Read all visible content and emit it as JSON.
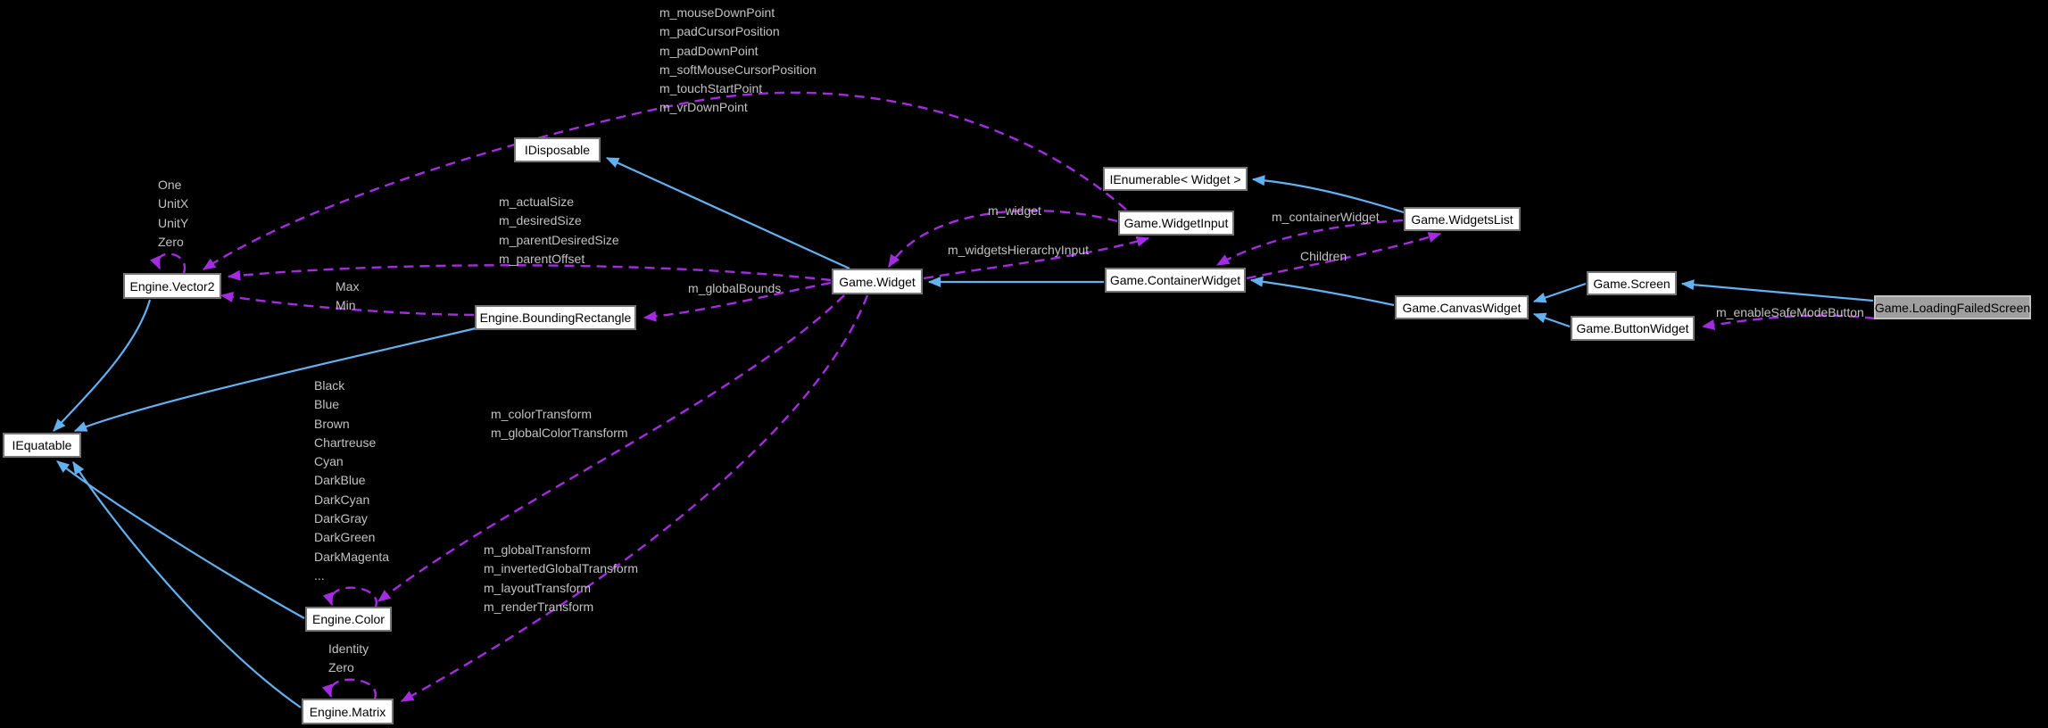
{
  "diagram": {
    "colors": {
      "background": "#000000",
      "solid_edge": "#63b1f1",
      "dashed_edge": "#a42ce0",
      "node_fill": "#ffffff",
      "node_border": "#757575",
      "node_text": "#000000",
      "highlight_fill": "#9f9f9f",
      "highlight_border": "#c2c2c2",
      "label_text": "#c2c2c2"
    },
    "nodes": {
      "idisposable": {
        "label": "IDisposable"
      },
      "vector2": {
        "label": "Engine.Vector2"
      },
      "bounding_rectangle": {
        "label": "Engine.BoundingRectangle"
      },
      "iequatable": {
        "label": "IEquatable"
      },
      "color": {
        "label": "Engine.Color"
      },
      "matrix": {
        "label": "Engine.Matrix"
      },
      "widget": {
        "label": "Game.Widget"
      },
      "widget_input": {
        "label": "Game.WidgetInput"
      },
      "ienumerable_widget": {
        "label": "IEnumerable< Widget >"
      },
      "widgets_list": {
        "label": "Game.WidgetsList"
      },
      "container_widget": {
        "label": "Game.ContainerWidget"
      },
      "canvas_widget": {
        "label": "Game.CanvasWidget"
      },
      "screen": {
        "label": "Game.Screen"
      },
      "button_widget": {
        "label": "Game.ButtonWidget"
      },
      "loading_failed_screen": {
        "label": "Game.LoadingFailedScreen",
        "highlighted": true
      }
    },
    "edge_labels": {
      "widget_input_to_vector2": {
        "lines": [
          "m_mouseDownPoint",
          "m_padCursorPosition",
          "m_padDownPoint",
          "m_softMouseCursorPosition",
          "m_touchStartPoint",
          "m_vrDownPoint"
        ]
      },
      "vector2_self": {
        "lines": [
          "One",
          "UnitX",
          "UnitY",
          "Zero"
        ]
      },
      "widget_to_vector2": {
        "lines": [
          "m_actualSize",
          "m_desiredSize",
          "m_parentDesiredSize",
          "m_parentOffset"
        ]
      },
      "bounding_rectangle_to_vector2": {
        "lines": [
          "Max",
          "Min"
        ]
      },
      "widget_to_bounding_rectangle": {
        "lines": [
          "m_globalBounds"
        ]
      },
      "widget_input_to_widget": {
        "lines": [
          "m_widget"
        ]
      },
      "widget_to_widget_input": {
        "lines": [
          "m_widgetsHierarchyInput"
        ]
      },
      "widgets_list_to_container": {
        "lines": [
          "m_containerWidget"
        ]
      },
      "container_to_widgets_list": {
        "lines": [
          "Children"
        ]
      },
      "loading_failed_to_button": {
        "lines": [
          "m_enableSafeModeButton"
        ]
      },
      "widget_to_color": {
        "lines": [
          "m_colorTransform",
          "m_globalColorTransform"
        ]
      },
      "color_self": {
        "lines": [
          "Black",
          "Blue",
          "Brown",
          "Chartreuse",
          "Cyan",
          "DarkBlue",
          "DarkCyan",
          "DarkGray",
          "DarkGreen",
          "DarkMagenta",
          "..."
        ]
      },
      "widget_to_matrix": {
        "lines": [
          "m_globalTransform",
          "m_invertedGlobalTransform",
          "m_layoutTransform",
          "m_renderTransform"
        ]
      },
      "matrix_self": {
        "lines": [
          "Identity",
          "Zero"
        ]
      }
    }
  }
}
